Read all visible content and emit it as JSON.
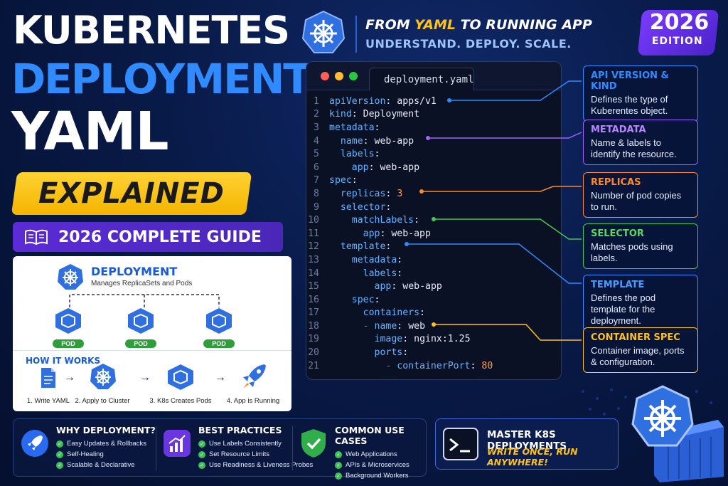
{
  "title": {
    "line1": "KUBERNETES",
    "line2": "DEPLOYMENT",
    "line3": "YAML",
    "badge": "EXPLAINED",
    "guide": "2026 COMPLETE GUIDE"
  },
  "header": {
    "line1_prefix": "FROM ",
    "line1_highlight": "YAML",
    "line1_suffix": " TO RUNNING APP",
    "line2": "UNDERSTAND. DEPLOY. SCALE."
  },
  "edition": {
    "year": "2026",
    "label": "EDITION"
  },
  "deployment_card": {
    "title": "DEPLOYMENT",
    "subtitle": "Manages ReplicaSets and Pods",
    "pod_label": "POD",
    "how_title": "HOW IT WORKS",
    "steps": [
      "1. Write YAML",
      "2. Apply to Cluster",
      "3. K8s Creates Pods",
      "4. App is Running"
    ],
    "arrow": "→"
  },
  "editor": {
    "filename": "deployment.yaml",
    "lines": [
      {
        "n": "1",
        "indent": "",
        "key": "apiVersion",
        "sep": ": ",
        "val": "apps/v1"
      },
      {
        "n": "2",
        "indent": "",
        "key": "kind",
        "sep": ": ",
        "val": "Deployment"
      },
      {
        "n": "3",
        "indent": "",
        "key": "metadata",
        "sep": ":",
        "val": ""
      },
      {
        "n": "4",
        "indent": "  ",
        "key": "name",
        "sep": ": ",
        "val": "web-app"
      },
      {
        "n": "5",
        "indent": "  ",
        "key": "labels",
        "sep": ":",
        "val": ""
      },
      {
        "n": "6",
        "indent": "    ",
        "key": "app",
        "sep": ": ",
        "val": "web-app"
      },
      {
        "n": "7",
        "indent": "",
        "key": "spec",
        "sep": ":",
        "val": ""
      },
      {
        "n": "8",
        "indent": "  ",
        "key": "replicas",
        "sep": ": ",
        "val": "3"
      },
      {
        "n": "9",
        "indent": "  ",
        "key": "selector",
        "sep": ":",
        "val": ""
      },
      {
        "n": "10",
        "indent": "    ",
        "key": "matchLabels",
        "sep": ":",
        "val": ""
      },
      {
        "n": "11",
        "indent": "      ",
        "key": "app",
        "sep": ": ",
        "val": "web-app"
      },
      {
        "n": "12",
        "indent": "  ",
        "key": "template",
        "sep": ":",
        "val": ""
      },
      {
        "n": "13",
        "indent": "    ",
        "key": "metadata",
        "sep": ":",
        "val": ""
      },
      {
        "n": "14",
        "indent": "      ",
        "key": "labels",
        "sep": ":",
        "val": ""
      },
      {
        "n": "15",
        "indent": "        ",
        "key": "app",
        "sep": ": ",
        "val": "web-app"
      },
      {
        "n": "16",
        "indent": "    ",
        "key": "spec",
        "sep": ":",
        "val": ""
      },
      {
        "n": "17",
        "indent": "      ",
        "key": "containers",
        "sep": ":",
        "val": ""
      },
      {
        "n": "18",
        "indent": "      - ",
        "key": "name",
        "sep": ": ",
        "val": "web"
      },
      {
        "n": "19",
        "indent": "        ",
        "key": "image",
        "sep": ": ",
        "val": "nginx:1.25"
      },
      {
        "n": "20",
        "indent": "        ",
        "key": "ports",
        "sep": ":",
        "val": ""
      },
      {
        "n": "21",
        "indent": "          - ",
        "key": "containerPort",
        "sep": ": ",
        "val": "80"
      }
    ]
  },
  "callouts": [
    {
      "title": "API VERSION & KIND",
      "desc": "Defines the type of Kuberentes object.",
      "color": "#2f8bff"
    },
    {
      "title": "METADATA",
      "desc": "Name & labels to identify the resource.",
      "color": "#a463ff"
    },
    {
      "title": "REPLICAS",
      "desc": "Number of pod copies to run.",
      "color": "#ff8a2b"
    },
    {
      "title": "SELECTOR",
      "desc": "Matches pods using labels.",
      "color": "#45c94a"
    },
    {
      "title": "TEMPLATE",
      "desc": "Defines the pod template for the deployment.",
      "color": "#2f8bff"
    },
    {
      "title": "CONTAINER SPEC",
      "desc": "Container image, ports & configuration.",
      "color": "#ffc21a"
    }
  ],
  "bottom": {
    "why": {
      "title": "WHY DEPLOYMENT?",
      "items": [
        "Easy Updates & Rollbacks",
        "Self-Healing",
        "Scalable & Declarative"
      ]
    },
    "best": {
      "title": "BEST PRACTICES",
      "items": [
        "Use Labels Consistently",
        "Set Resource Limits",
        "Use Readiness & Liveness Probes"
      ]
    },
    "cases": {
      "title": "COMMON USE CASES",
      "items": [
        "Web Applications",
        "APIs & Microservices",
        "Background Workers"
      ]
    }
  },
  "master": {
    "title": "MASTER K8S DEPLOYMENTS",
    "subtitle": "WRITE ONCE, RUN ANYWHERE!"
  },
  "icons": {
    "kubernetes": "helm-wheel-icon",
    "book": "book-icon",
    "file": "file-icon",
    "cube": "cube-icon",
    "rocket": "rocket-icon",
    "chart": "chart-icon",
    "shield": "shield-icon",
    "terminal": "terminal-icon",
    "container": "shipping-container-icon"
  },
  "colors": {
    "accent_blue": "#2f8bff",
    "yellow": "#ffc21a",
    "purple": "#5b2bd6",
    "green": "#3cc15a"
  }
}
